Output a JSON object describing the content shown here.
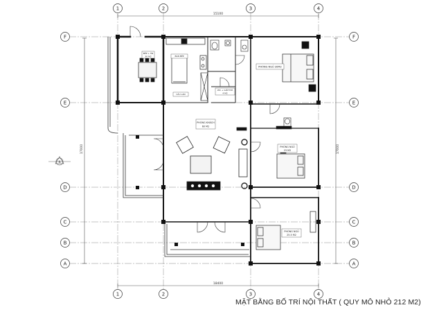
{
  "caption": "MẶT BẰNG BỐ TRÍ NỘI THẤT  ( QUY MÔ NHỎ  212 M2)",
  "grid_columns": [
    "1",
    "2",
    "3",
    "4"
  ],
  "grid_rows": [
    "F",
    "E",
    "D",
    "C",
    "B",
    "A"
  ],
  "dimensions": {
    "top_total": "15100",
    "bottom_total": "18400",
    "left_total": "17000",
    "right_total": "17000"
  },
  "rooms": {
    "dining": {
      "line1": "BẾP + ĂN",
      "line2": "30 M2"
    },
    "kitchen_counter": "BÀN BẾP",
    "washing": "CẦU LÁN",
    "wc_laundry": {
      "line1": "WC + GIẶT ĐỒ",
      "line2": "4 M2"
    },
    "bedroom_master": "PHÒNG NGỦ 30M2",
    "living": {
      "line1": "PHÒNG KHÁCH",
      "line2": "60 M2"
    },
    "bedroom_2": {
      "line1": "PHÒNG NGỦ",
      "line2": "23 M2"
    },
    "bedroom_3": {
      "line1": "PHÒNG NGỦ",
      "line2": "25.5 M2"
    }
  },
  "north_symbol": "N"
}
